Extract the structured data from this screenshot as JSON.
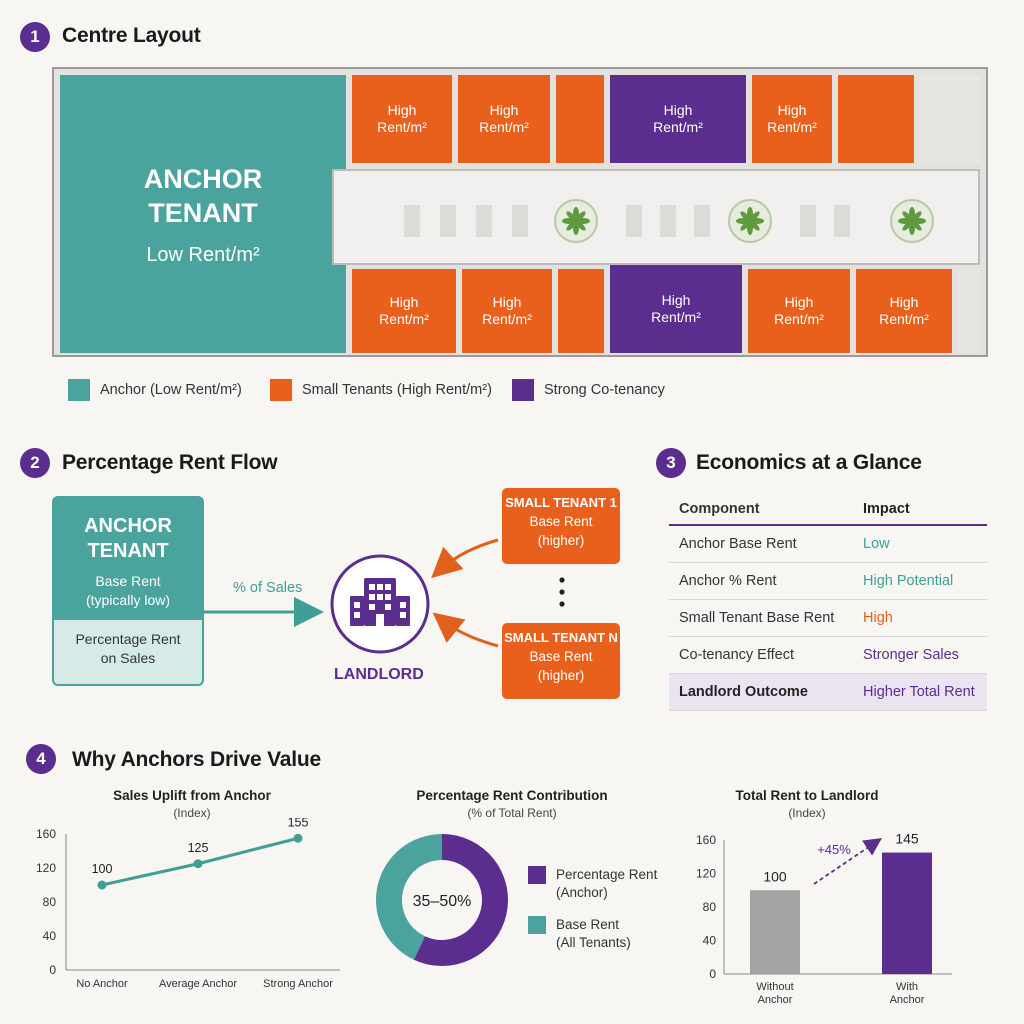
{
  "sections": {
    "s1": {
      "num": "1",
      "title": "Centre Layout"
    },
    "s2": {
      "num": "2",
      "title": "Percentage Rent Flow"
    },
    "s3": {
      "num": "3",
      "title": "Economics at a Glance"
    },
    "s4": {
      "num": "4",
      "title": "Why Anchors Drive Value"
    }
  },
  "plan": {
    "anchor_line1": "ANCHOR",
    "anchor_line2": "TENANT",
    "anchor_rent": "Low Rent/m²",
    "unit_line1": "High",
    "unit_line2": "Rent/m²"
  },
  "legend": {
    "anchor": "Anchor (Low Rent/m²)",
    "small": "Small Tenants (High Rent/m²)",
    "strong": "Strong Co-tenancy",
    "colors": {
      "anchor": "#4aa39c",
      "small": "#e8601c",
      "strong": "#5b2d8e"
    }
  },
  "flow": {
    "anchor_line1": "ANCHOR",
    "anchor_line2": "TENANT",
    "anchor_base1": "Base Rent",
    "anchor_base2": "(typically low)",
    "anchor_pct1": "Percentage Rent",
    "anchor_pct2": "on Sales",
    "arrow_label": "% of Sales",
    "landlord": "LANDLORD",
    "small1_title": "SMALL TENANT 1",
    "smallN_title": "SMALL TENANT N",
    "small_base1": "Base Rent",
    "small_base2": "(higher)"
  },
  "table": {
    "headers": [
      "Component",
      "Impact"
    ],
    "rows": [
      {
        "component": "Anchor Base Rent",
        "impact": "Low",
        "color": "#3f9e95"
      },
      {
        "component": "Anchor % Rent",
        "impact": "High Potential",
        "color": "#3f9e95"
      },
      {
        "component": "Small Tenant Base Rent",
        "impact": "High",
        "color": "#e0601c"
      },
      {
        "component": "Co-tenancy Effect",
        "impact": "Stronger Sales",
        "color": "#5b2d8e"
      },
      {
        "component": "Landlord Outcome",
        "impact": "Higher Total Rent",
        "color": "#5b2d8e"
      }
    ]
  },
  "chart_data": [
    {
      "type": "line",
      "title": "Sales Uplift from Anchor",
      "subtitle": "(Index)",
      "categories": [
        "No Anchor",
        "Average Anchor",
        "Strong Anchor"
      ],
      "values": [
        100,
        125,
        155
      ],
      "yticks": [
        "0",
        "40",
        "80",
        "120",
        "160"
      ],
      "ylim": [
        0,
        160
      ],
      "color": "#3f9e95"
    },
    {
      "type": "pie",
      "title": "Percentage Rent Contribution",
      "subtitle": "(% of Total Rent)",
      "center_label": "35–50%",
      "slices": [
        {
          "name1": "Percentage Rent",
          "name2": "(Anchor)",
          "value": 57,
          "color": "#5b2d8e"
        },
        {
          "name1": "Base Rent",
          "name2": "(All Tenants)",
          "value": 43,
          "color": "#4aa39c"
        }
      ]
    },
    {
      "type": "bar",
      "title": "Total Rent to Landlord",
      "subtitle": "(Index)",
      "categories": [
        {
          "line1": "Without",
          "line2": "Anchor"
        },
        {
          "line1": "With",
          "line2": "Anchor"
        }
      ],
      "values": [
        100,
        145
      ],
      "value_labels": [
        "100",
        "145"
      ],
      "colors": [
        "#a3a3a3",
        "#5b2d8e"
      ],
      "yticks": [
        "0",
        "40",
        "80",
        "120",
        "160"
      ],
      "ylim": [
        0,
        160
      ],
      "annotation": "+45%"
    }
  ]
}
